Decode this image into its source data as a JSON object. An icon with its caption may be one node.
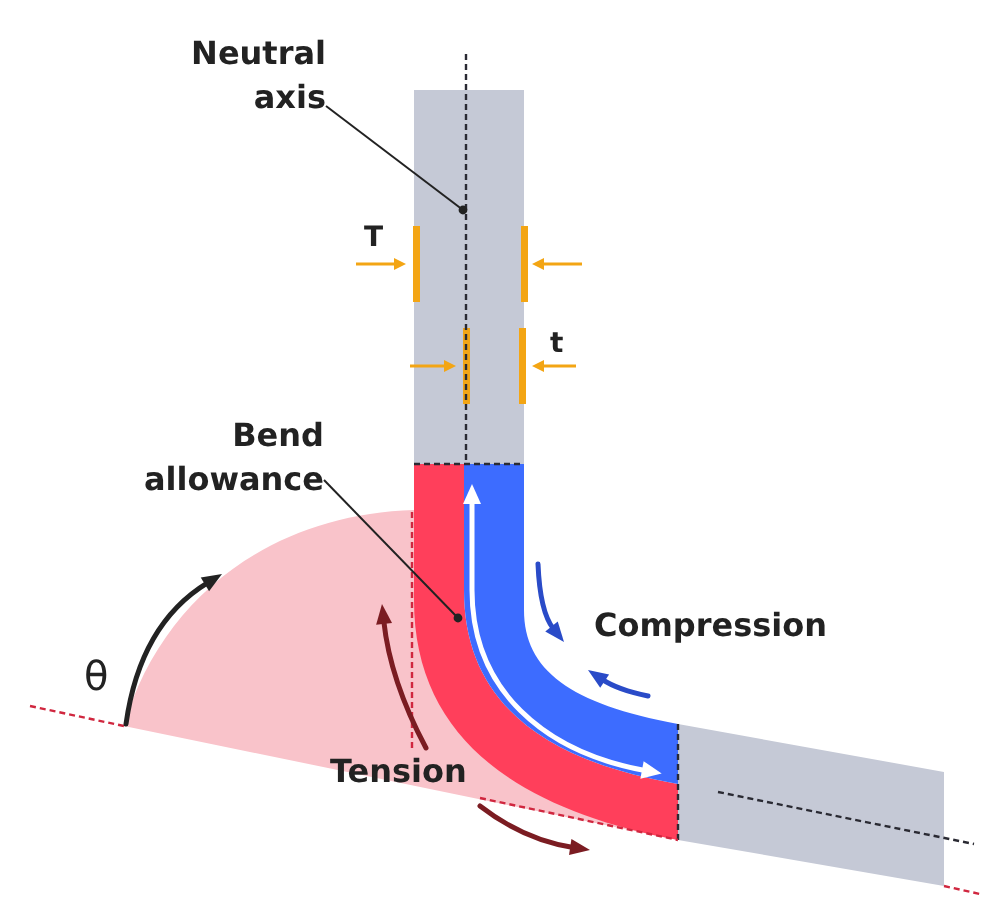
{
  "diagram": {
    "nodes": [
      {
        "text": [
          "Neutral axis"
        ]
      },
      {
        "text": [
          "Bend allowance"
        ]
      },
      {
        "text": [],
        "shape": "line"
      }
    ],
    "edges": [
      {
        "from": 0,
        "to": 2,
        "arrow": "other"
      },
      {
        "from": 1,
        "to": null,
        "arrow": "other"
      }
    ],
    "labels": [
      "T",
      "t",
      "Compression",
      "θ",
      "Tension"
    ]
  }
}
